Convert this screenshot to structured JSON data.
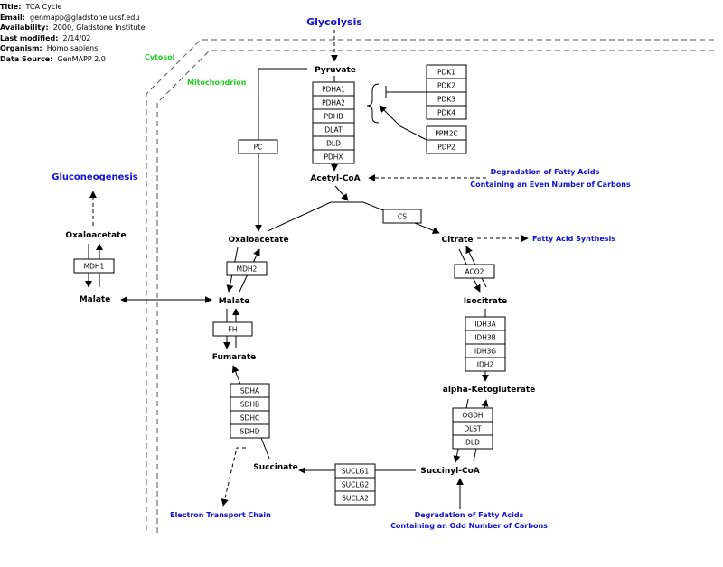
{
  "header": {
    "title_key": "Title:",
    "title": "TCA Cycle",
    "email_key": "Email:",
    "email": "genmapp@gladstone.ucsf.edu",
    "availability_key": "Availability:",
    "availability": "2000, Gladstone Institute",
    "modified_key": "Last modified:",
    "modified": "2/14/02",
    "organism_key": "Organism:",
    "organism": "Homo sapiens",
    "source_key": "Data Source:",
    "source": "GenMAPP 2.0"
  },
  "compartments": {
    "cytosol": "Cytosol",
    "mitochondrion": "Mitochondrion"
  },
  "pathways": {
    "glycolysis": "Glycolysis",
    "gluconeogenesis": "Gluconeogenesis",
    "fatty_even_1": "Degradation of Fatty Acids",
    "fatty_even_2": "Containing an Even Number of Carbons",
    "fatty_synthesis": "Fatty Acid Synthesis",
    "etc": "Electron Transport Chain",
    "fatty_odd_1": "Degradation of Fatty Acids",
    "fatty_odd_2": "Containing an Odd Number of Carbons"
  },
  "metabolites": {
    "pyruvate": "Pyruvate",
    "acetyl_coa": "Acetyl-CoA",
    "oxaloacetate_cyto": "Oxaloacetate",
    "malate_cyto": "Malate",
    "oxaloacetate": "Oxaloacetate",
    "citrate": "Citrate",
    "malate": "Malate",
    "isocitrate": "Isocitrate",
    "fumarate": "Fumarate",
    "akg": "alpha-Ketogluterate",
    "succinate": "Succinate",
    "succinyl_coa": "Succinyl-CoA"
  },
  "genes": {
    "pdh": [
      "PDHA1",
      "PDHA2",
      "PDHB",
      "DLAT",
      "DLD",
      "PDHX"
    ],
    "pdk": [
      "PDK1",
      "PDK2",
      "PDK3",
      "PDK4"
    ],
    "pdp": [
      "PPM2C",
      "PDP2"
    ],
    "pc": "PC",
    "cs": "CS",
    "mdh1": "MDH1",
    "mdh2": "MDH2",
    "aco2": "ACO2",
    "fh": "FH",
    "idh": [
      "IDH3A",
      "IDH3B",
      "IDH3G",
      "IDH2"
    ],
    "sdh": [
      "SDHA",
      "SDHB",
      "SDHC",
      "SDHD"
    ],
    "ogdh": [
      "OGDH",
      "DLST",
      "DLD"
    ],
    "sucl": [
      "SUCLG1",
      "SUCLG2",
      "SUCLA2"
    ]
  },
  "colors": {
    "pathway_link": "#1010d0",
    "compartment": "#22cc22",
    "line": "#000000",
    "box_border": "#000000"
  }
}
